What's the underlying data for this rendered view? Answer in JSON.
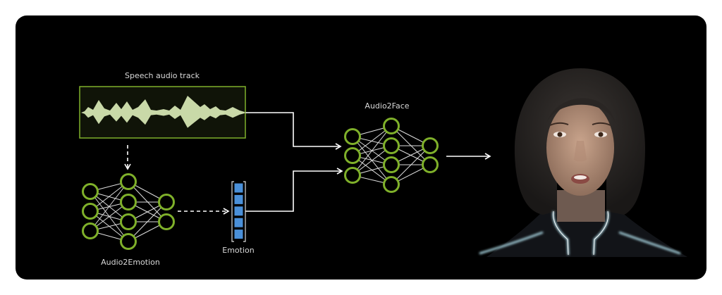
{
  "diagram": {
    "speech_label": "Speech audio track",
    "audio2emotion_label": "Audio2Emotion",
    "emotion_label": "Emotion",
    "audio2face_label": "Audio2Face"
  },
  "colors": {
    "node": "#7fb02a",
    "waveform": "#c9d9a8",
    "emotion_cell": "#4a90d9",
    "line": "#ffffff"
  }
}
